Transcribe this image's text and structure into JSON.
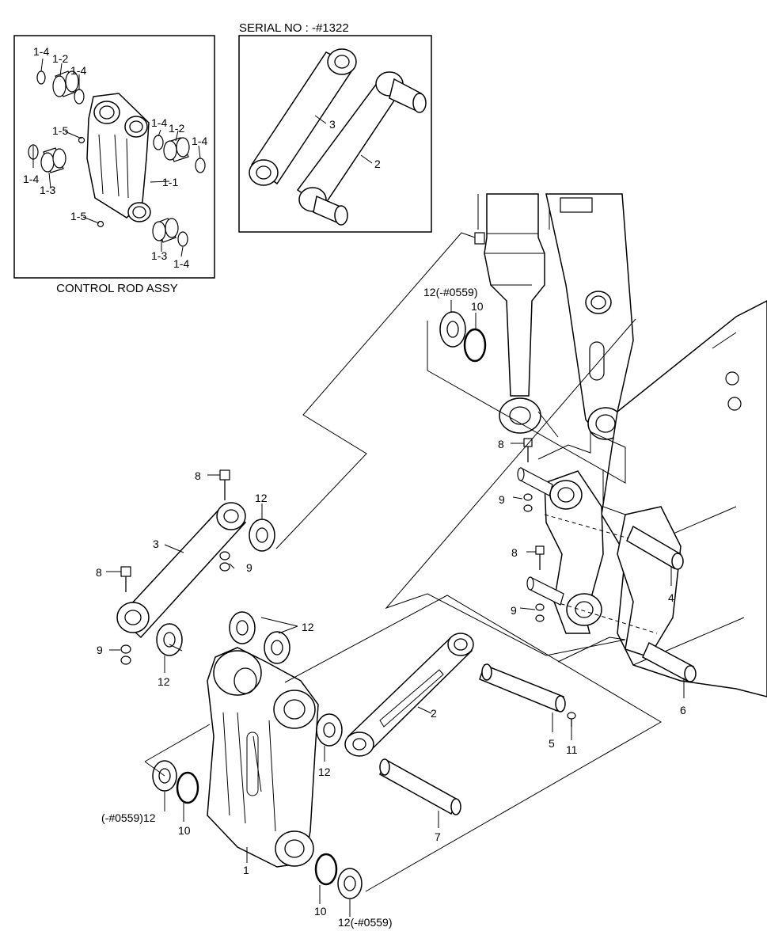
{
  "inset_control_rod": {
    "title": "CONTROL ROD ASSY",
    "labels": {
      "a": "1-4",
      "b": "1-2",
      "c": "1-4",
      "d": "1-5",
      "e": "1-4",
      "f": "1-2",
      "g": "1-4",
      "h": "1-4",
      "i": "1-3",
      "j": "1-1",
      "k": "1-5",
      "l": "1-3",
      "m": "1-4"
    }
  },
  "inset_serial": {
    "title": "SERIAL NO : -#1322",
    "labels": {
      "rod3": "3",
      "rod2": "2"
    }
  },
  "main_labels": {
    "p12_top": "12(-#0559)",
    "p10_top": "10",
    "p8_right_top": "8",
    "p9_right_top": "9",
    "p8_right_low": "8",
    "p9_right_low": "9",
    "p4": "4",
    "p6": "6",
    "p8_left_top": "8",
    "p12_left_top": "12",
    "p3": "3",
    "p9_left_mid": "9",
    "p8_left_low": "8",
    "p9_left_low": "9",
    "p12_cluster": "12",
    "p12_left_washer": "12",
    "p12_right_washer": "12",
    "p2": "2",
    "p5": "5",
    "p11": "11",
    "p7": "7",
    "p12_bottom_left": "(-#0559)12",
    "p10_left": "10",
    "p1": "1",
    "p10_bottom": "10",
    "p12_bottom": "12(-#0559)"
  }
}
